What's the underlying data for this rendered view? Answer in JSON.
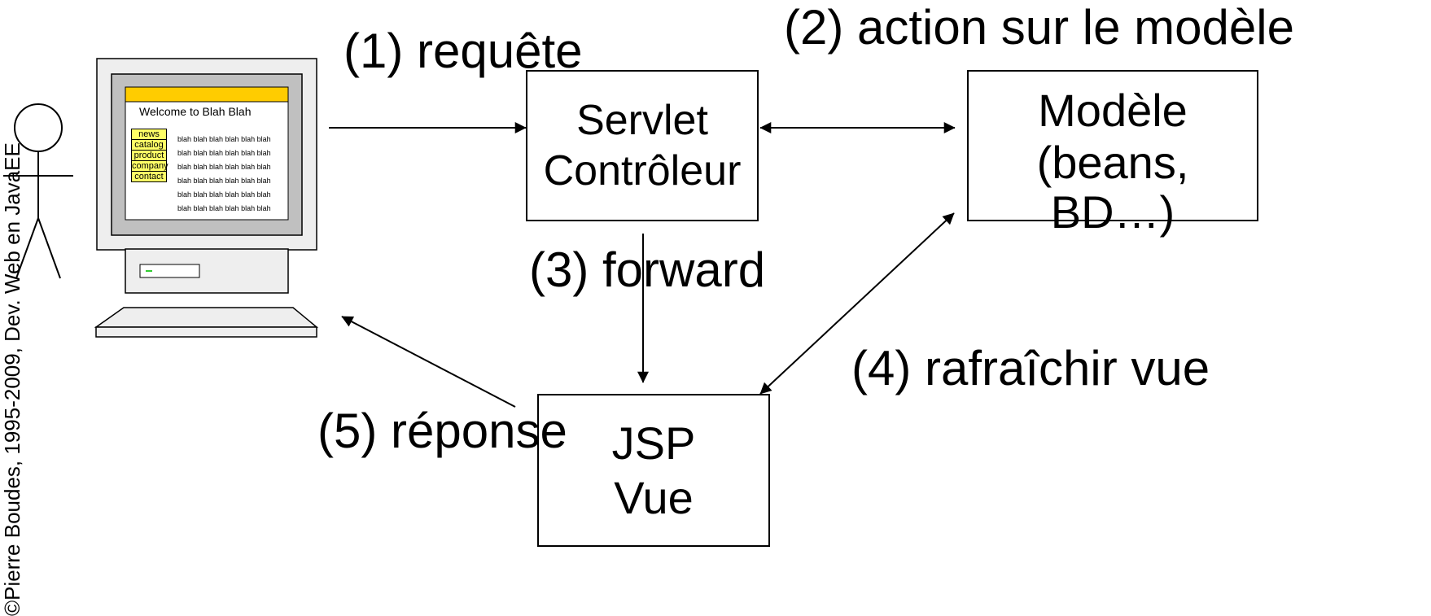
{
  "side_note": "©Pierre Boudes, 1995-2009, Dev. Web en JavaEE",
  "screen": {
    "welcome": "Welcome to Blah Blah",
    "menu": [
      "news",
      "catalog",
      "product",
      "company",
      "contact"
    ],
    "body_line": "blah blah blah blah blah blah"
  },
  "boxes": {
    "servlet": [
      "Servlet",
      "Contrôleur"
    ],
    "modele": [
      "Modèle",
      "(beans,",
      "BD…)"
    ],
    "jsp": [
      "JSP",
      "Vue"
    ]
  },
  "labels": {
    "step1": "(1) requête",
    "step2": "(2) action sur le modèle",
    "step3": "(3) forward",
    "step4": "(4) rafraîchir vue",
    "step5": "(5) réponse"
  },
  "colors": {
    "stroke": "#000000",
    "header_bar": "#FFCC00",
    "menu_item": "#FFFF66",
    "monitor_body": "#EEEEEE",
    "monitor_bezel": "#C0C0C0",
    "power_led": "#33CC33"
  }
}
